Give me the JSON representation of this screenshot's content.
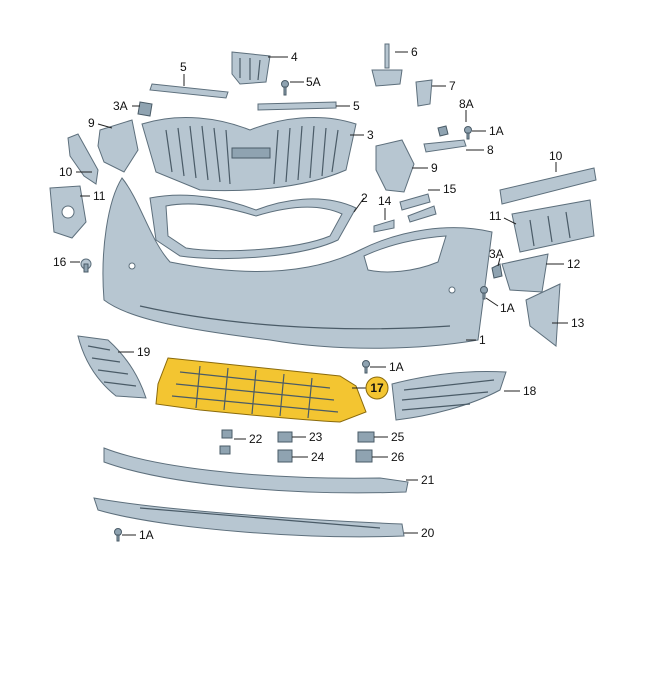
{
  "labels": {
    "p4": "4",
    "p5top": "5",
    "p5A": "5A",
    "p6": "6",
    "p7": "7",
    "p5mid": "5",
    "p3A_left": "3A",
    "p3": "3",
    "p8A": "8A",
    "p1A_tr": "1A",
    "p8": "8",
    "p9_left": "9",
    "p10_left": "10",
    "p9_right": "9",
    "p15": "15",
    "p14": "14",
    "p2": "2",
    "p10_right": "10",
    "p11_left": "11",
    "p11_right": "11",
    "p16": "16",
    "p3A_right": "3A",
    "p12": "12",
    "p1A_right": "1A",
    "p13": "13",
    "p1": "1",
    "p19": "19",
    "p1A_mid": "1A",
    "p17": "17",
    "p18": "18",
    "p22": "22",
    "p23": "23",
    "p25": "25",
    "p24": "24",
    "p26": "26",
    "p21": "21",
    "p1A_bottom": "1A",
    "p20": "20"
  },
  "colors": {
    "highlight": "#f3c531",
    "part_fill": "#b7c6d1",
    "part_stroke": "#5d6f7c"
  }
}
